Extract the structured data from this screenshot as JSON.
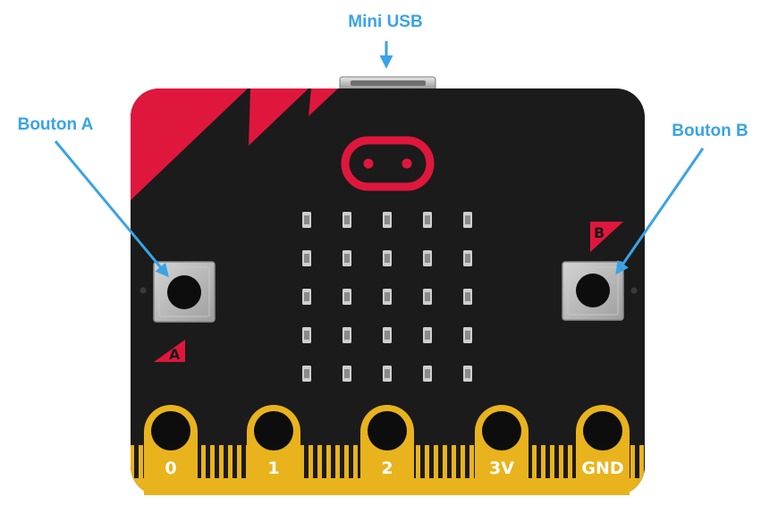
{
  "labels": {
    "usb": "Mini USB",
    "button_a": "Bouton A",
    "button_b": "Bouton B"
  },
  "board": {
    "button_a_marking": "A",
    "button_b_marking": "B",
    "pins": [
      {
        "label": "0"
      },
      {
        "label": "1"
      },
      {
        "label": "2"
      },
      {
        "label": "3V"
      },
      {
        "label": "GND"
      }
    ],
    "led_grid": {
      "rows": 5,
      "cols": 5
    }
  },
  "colors": {
    "callout": "#3aa3e6",
    "board": "#1b1b1b",
    "accent_red": "#e0173c",
    "pin_gold": "#e9b31d",
    "button_grey": "#b9b9b9"
  },
  "icons": [
    "arrow-down-icon",
    "microbit-logo-icon"
  ]
}
